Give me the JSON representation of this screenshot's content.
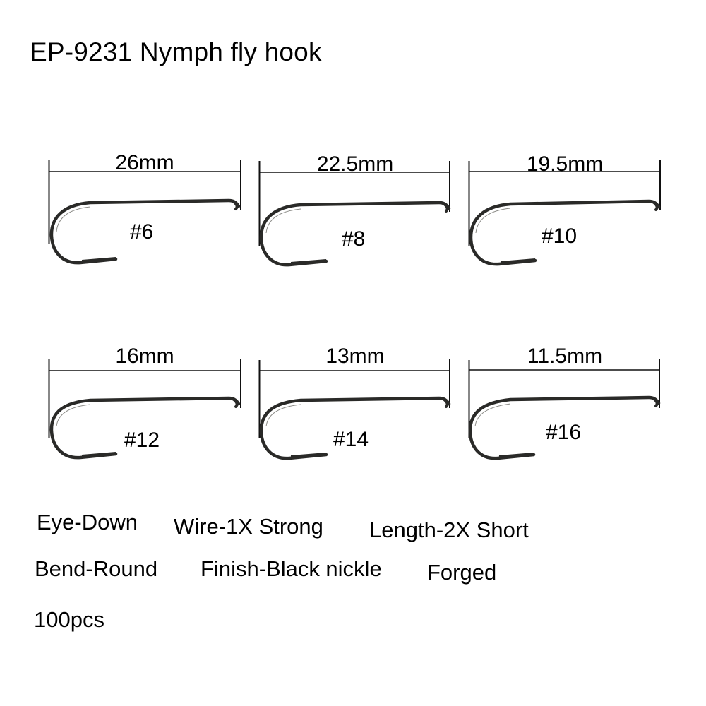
{
  "title": "EP-9231 Nymph fly hook",
  "hooks": [
    {
      "size": "#6",
      "length": "26mm"
    },
    {
      "size": "#8",
      "length": "22.5mm"
    },
    {
      "size": "#10",
      "length": "19.5mm"
    },
    {
      "size": "#12",
      "length": "16mm"
    },
    {
      "size": "#14",
      "length": "13mm"
    },
    {
      "size": "#16",
      "length": "11.5mm"
    }
  ],
  "specs": {
    "eye": "Eye-Down",
    "wire": "Wire-1X Strong",
    "length": "Length-2X Short",
    "bend": "Bend-Round",
    "finish": "Finish-Black nickle",
    "forged": "Forged",
    "quantity": "100pcs"
  },
  "colors": {
    "hook": "#2a2a28",
    "hook_highlight": "#8a8a86",
    "text": "#000000",
    "background": "#ffffff"
  }
}
